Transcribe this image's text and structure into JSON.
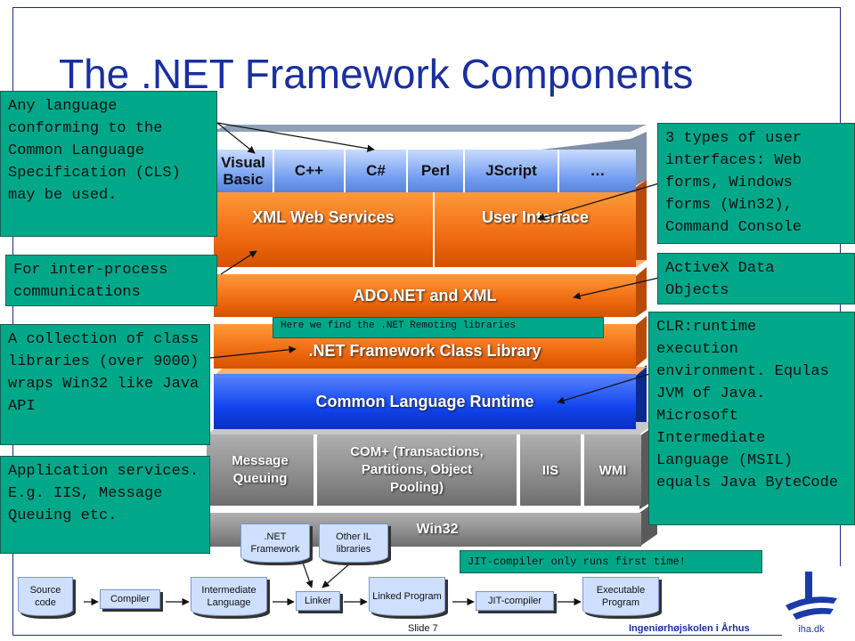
{
  "title": "The .NET Framework Components",
  "languages": [
    "Visual Basic",
    "C++",
    "C#",
    "Perl",
    "JScript",
    "…"
  ],
  "layers": {
    "xml_web_services": "XML Web Services",
    "user_interface": "User Interface",
    "ado_net": "ADO.NET and XML",
    "class_library": ".NET Framework Class Library",
    "clr": "Common Language Runtime",
    "message_queuing": "Message Queuing",
    "com_plus": "COM+ (Transactions, Partitions, Object Pooling)",
    "iis": "IIS",
    "wmi": "WMI",
    "win32": "Win32"
  },
  "notes": {
    "cls": "Any language conforming to the Common Language Specification (CLS) may be used.",
    "interprocess": "For inter-process communications",
    "class_collection": "A collection of class libraries (over 9000) wraps Win32 like Java API",
    "app_services": "Application services. E.g. IIS, Message Queuing etc.",
    "ui_types": "3 types of user interfaces: Web forms, Windows forms (Win32), Command Console",
    "activex": "ActiveX Data Objects",
    "clr_runtime": "CLR:runtime execution environment. Equlas JVM of Java. Microsoft Intermediate Language (MSIL) equals Java ByteCode",
    "remoting": "Here we find the .NET Remoting libraries",
    "jit": "JIT-compiler only runs first time!"
  },
  "flow": {
    "source_code": "Source code",
    "compiler": "Compiler",
    "intermediate_language": "Intermediate Language",
    "net_framework": ".NET Framework",
    "other_il": "Other IL libraries",
    "linker": "Linker",
    "linked_program": "Linked Program",
    "jit_compiler": "JIT-compiler",
    "executable_program": "Executable Program"
  },
  "footer": {
    "slide": "Slide 7",
    "school": "Ingeniørhøjskolen i Århus",
    "logo_text": "iha.dk"
  },
  "colors": {
    "orange": "#f06a10",
    "blue": "#1144ee",
    "note": "#00a88a",
    "title": "#1a2fa0"
  }
}
